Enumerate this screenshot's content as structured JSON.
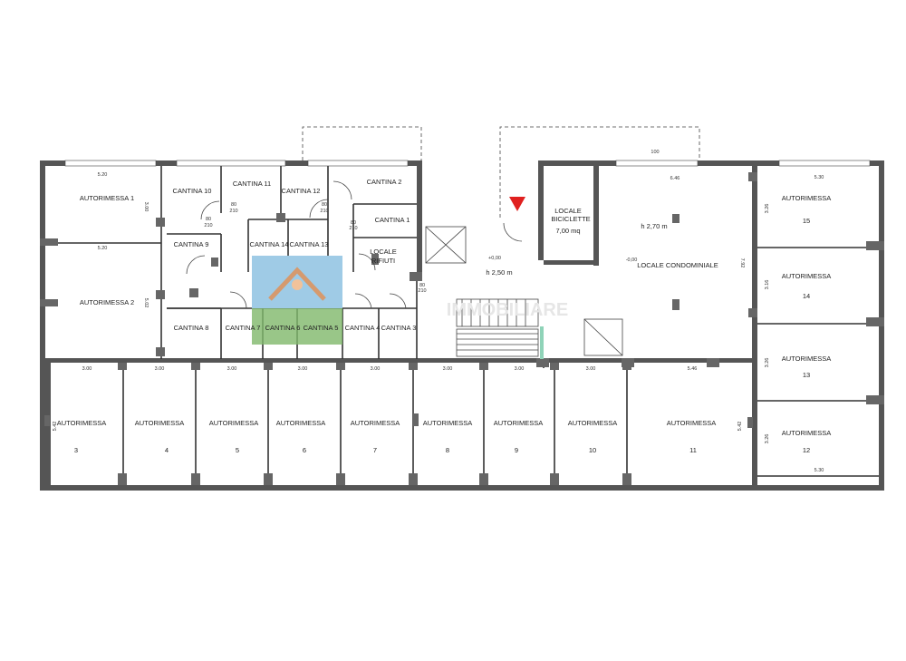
{
  "colors": {
    "wall": "#555555",
    "marker": "#e0201f",
    "logo_sky": "#9fcbe6",
    "logo_grass": "#7fb86a"
  },
  "garages": [
    {
      "line1": "AUTORIMESSA 1",
      "line2": ""
    },
    {
      "line1": "AUTORIMESSA 2",
      "line2": ""
    },
    {
      "line1": "AUTORIMESSA",
      "line2": "3"
    },
    {
      "line1": "AUTORIMESSA",
      "line2": "4"
    },
    {
      "line1": "AUTORIMESSA",
      "line2": "5"
    },
    {
      "line1": "AUTORIMESSA",
      "line2": "6"
    },
    {
      "line1": "AUTORIMESSA",
      "line2": "7"
    },
    {
      "line1": "AUTORIMESSA",
      "line2": "8"
    },
    {
      "line1": "AUTORIMESSA",
      "line2": "9"
    },
    {
      "line1": "AUTORIMESSA",
      "line2": "10"
    },
    {
      "line1": "AUTORIMESSA",
      "line2": "11"
    },
    {
      "line1": "AUTORIMESSA",
      "line2": "12"
    },
    {
      "line1": "AUTORIMESSA",
      "line2": "13"
    },
    {
      "line1": "AUTORIMESSA",
      "line2": "14"
    },
    {
      "line1": "AUTORIMESSA",
      "line2": "15"
    }
  ],
  "cellars": [
    "CANTINA 1",
    "CANTINA 2",
    "CANTINA 3",
    "CANTINA 4",
    "CANTINA 5",
    "CANTINA 6",
    "CANTINA 7",
    "CANTINA 8",
    "CANTINA 9",
    "CANTINA 10",
    "CANTINA 11",
    "CANTINA 12",
    "CANTINA 13",
    "CANTINA 14"
  ],
  "rooms": {
    "rifiuti_1": "LOCALE",
    "rifiuti_2": "RIFIUTI",
    "bici_1": "LOCALE",
    "bici_2": "BICICLETTE",
    "bici_area": "7,00 mq",
    "condominiale": "LOCALE CONDOMINIALE",
    "height_corridor": "h 2,50 m",
    "height_condo": "h 2,70 m",
    "level_a": "+0,00",
    "level_b": "-0,00"
  },
  "dims": {
    "g1_w": "5.20",
    "g1_h": "3.00",
    "g2_w": "5.20",
    "g2_h": "5.02",
    "row_bays": [
      "3.00",
      "3.00",
      "3.00",
      "3.00",
      "3.00",
      "3.00",
      "3.00",
      "3.00",
      "5.46"
    ],
    "row_h_left": "5.42",
    "row_h_right": "5.42",
    "condo_w": "6.46",
    "condo_h": "7.92",
    "right_w_top": "5.30",
    "right_w_bottom": "5.30",
    "r15_h": "3.26",
    "r14_h": "3.16",
    "r13_h": "3.26",
    "r12_h": "3.26",
    "door_w": "80",
    "door_h": "210",
    "door_top": "100"
  }
}
